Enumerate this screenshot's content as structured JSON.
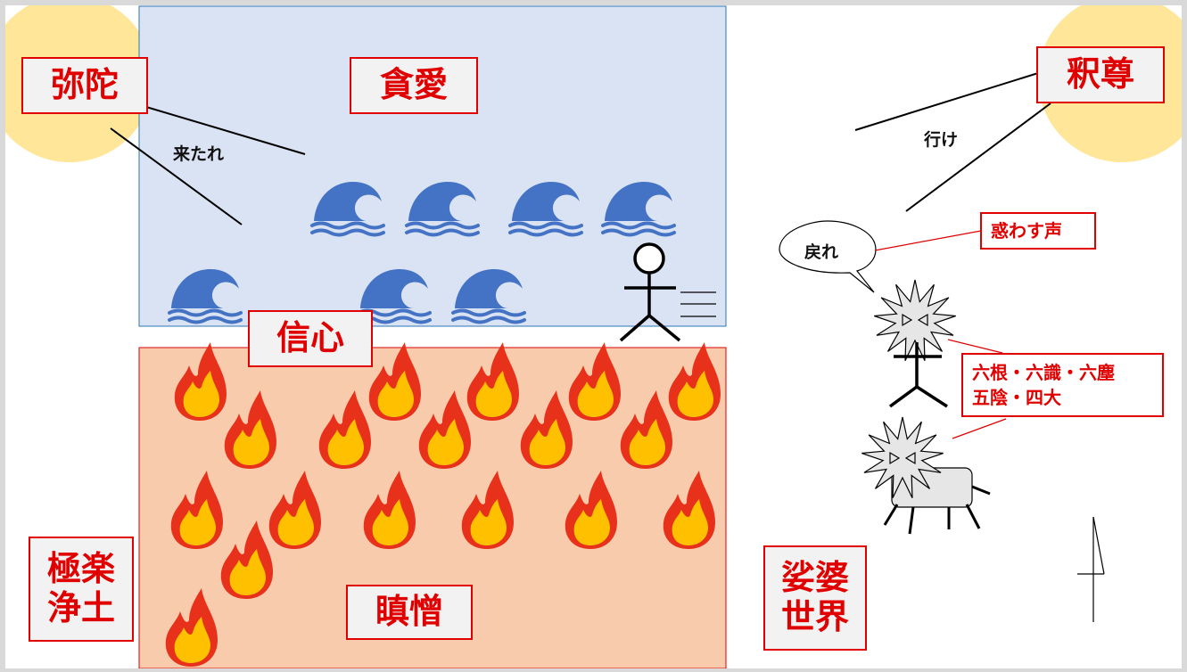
{
  "colors": {
    "sun": "#ffe699",
    "water_region": "#dae3f3",
    "water_border": "#2e75b6",
    "fire_region": "#f8cbad",
    "fire_border": "#e00000",
    "wave": "#4472c4",
    "flame_outer": "#e8311a",
    "flame_inner": "#ffc000",
    "label_red": "#e00000",
    "demon_fill": "#e7e6e6"
  },
  "labels": {
    "amida": "弥陀",
    "shakuson": "釈尊",
    "ton_ai": "貪愛",
    "shinjin": "信心",
    "shinzo": "瞋憎",
    "gokuraku": "極楽\n浄土",
    "shaba": "娑婆\n世界"
  },
  "speech": {
    "kitare": "来たれ",
    "yuke": "行け",
    "modore": "戻れ"
  },
  "callouts": {
    "madowasu": "惑わす声",
    "roku": "六根・六識・六塵\n五陰・四大"
  },
  "icons": {
    "wave": "water-wave-icon",
    "flame": "flame-icon",
    "stick_figure": "stick-figure-icon",
    "demon": "spiky-demon-icon",
    "beast": "four-legged-beast-icon",
    "sun": "sun-icon"
  }
}
